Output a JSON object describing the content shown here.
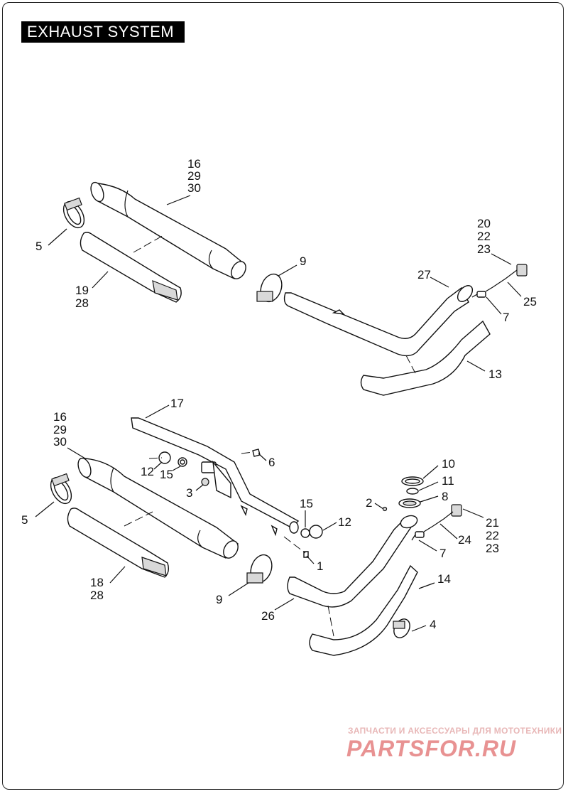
{
  "title": "EXHAUST SYSTEM",
  "callouts": {
    "upper": {
      "a": [
        "16",
        "29",
        "30"
      ],
      "b": "5",
      "c": [
        "19",
        "28"
      ],
      "d": "9",
      "e": "27",
      "f": [
        "20",
        "22",
        "23"
      ],
      "g": "25",
      "h": "7",
      "i": "13"
    },
    "lower": {
      "a": [
        "16",
        "29",
        "30"
      ],
      "b": "17",
      "c": "5",
      "d": "12",
      "e": "15",
      "f": "6",
      "g": "3",
      "h": "15",
      "i": "12",
      "j": "10",
      "k": "11",
      "l": "8",
      "m": "2",
      "n": [
        "21",
        "22",
        "23"
      ],
      "o": "24",
      "p": "7",
      "q": "1",
      "r": [
        "18",
        "28"
      ],
      "s": "14",
      "t": "9",
      "u": "26",
      "v": "4"
    }
  },
  "watermark": {
    "caption": "ЗАПЧАСТИ И АКСЕССУАРЫ ДЛЯ МОТОТЕХНИКИ",
    "logo": "PARTSFOR.RU",
    "color": "#d63a3a"
  }
}
